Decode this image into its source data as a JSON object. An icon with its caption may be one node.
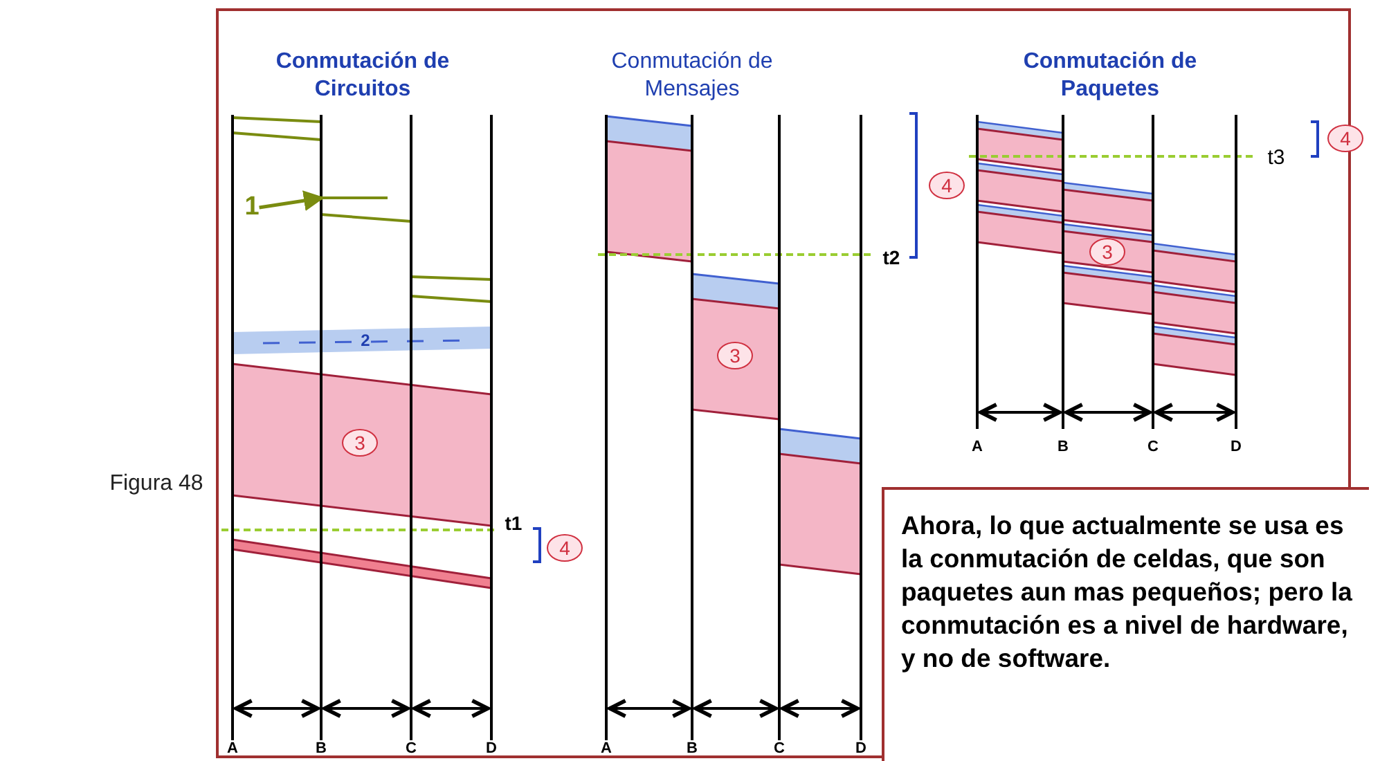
{
  "diagram": {
    "nodes": [
      {
        "text": [
          "1"
        ]
      },
      {
        "text": [
          "3"
        ]
      },
      {
        "text": [
          "4"
        ]
      },
      {
        "text": [
          "4"
        ]
      },
      {
        "text": [
          "3"
        ]
      },
      {
        "text": [
          "4"
        ]
      },
      {
        "text": [
          "3"
        ]
      },
      {
        "text": [],
        "shape": "bar"
      },
      {
        "text": [
          "Ahora, lo que actualmente se usa es la conmutación de celdas, que son paquetes aun mas pequeños; pero la conmutación es a nivel de hardware, y no de software."
        ]
      }
    ],
    "edges": [
      {
        "from": 0,
        "to": 7,
        "arrow": "to"
      }
    ],
    "labels": [
      "Figura 48",
      "Conmutación de Circuitos",
      "Conmutación de Mensajes",
      "Conmutación de Paquetes",
      "2",
      "t1",
      "A",
      "B",
      "C",
      "D",
      "t2",
      "A",
      "B",
      "C",
      "D",
      "t3",
      "A",
      "B",
      "C",
      "D"
    ]
  }
}
